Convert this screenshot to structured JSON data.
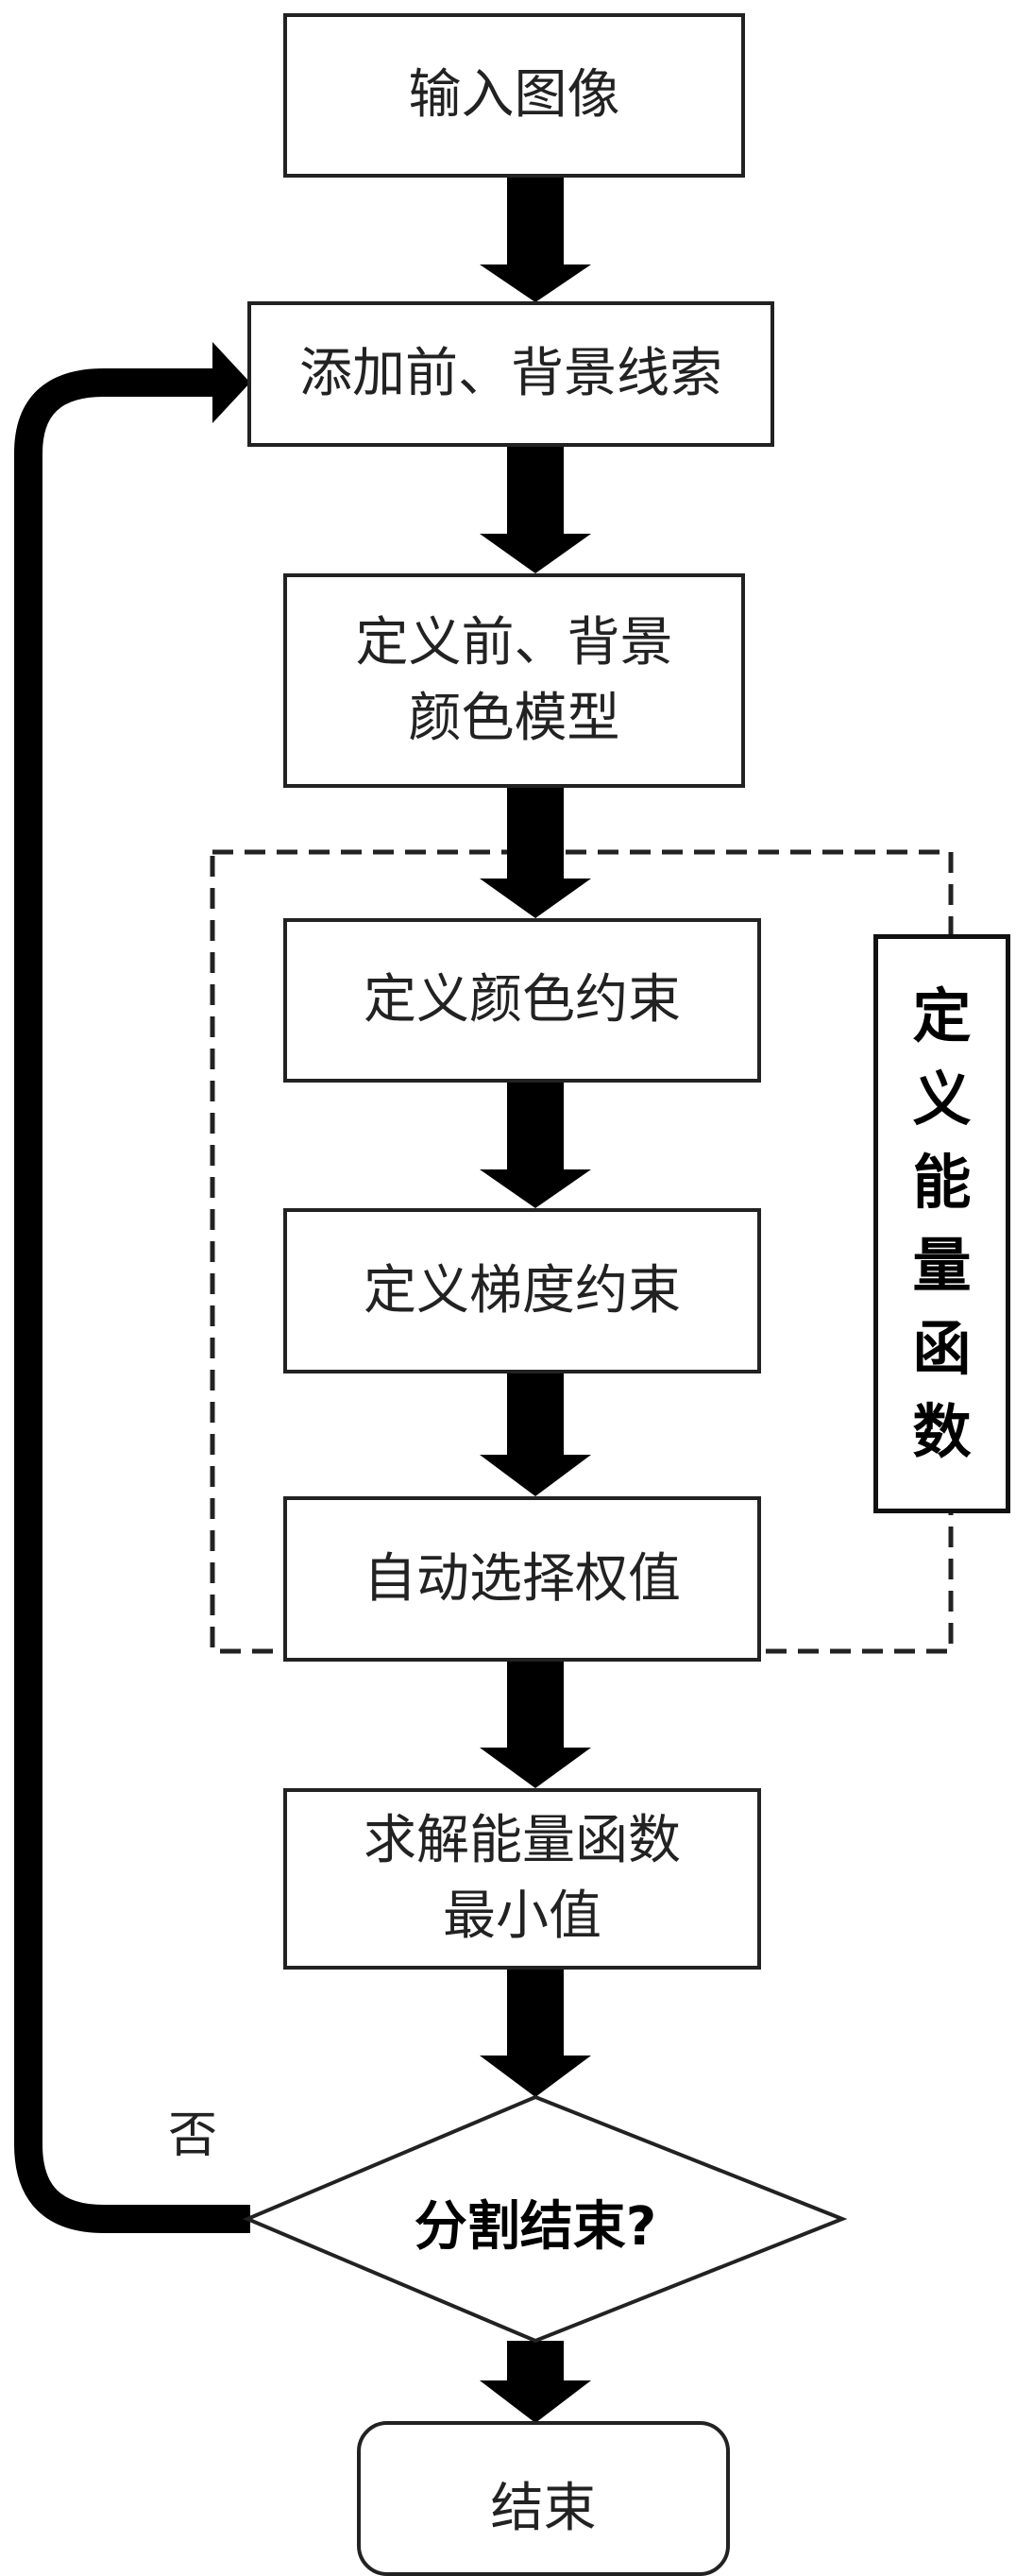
{
  "nodes": {
    "input_image": "输入图像",
    "add_clues": "添加前、背景线索",
    "define_model_line1": "定义前、背景",
    "define_model_line2": "颜色模型",
    "color_constraint": "定义颜色约束",
    "gradient_constraint": "定义梯度约束",
    "auto_weight": "自动选择权值",
    "solve_line1": "求解能量函数",
    "solve_line2": "最小值",
    "decision": "分割结束?",
    "end": "结束"
  },
  "group_label": [
    "定",
    "义",
    "能",
    "量",
    "函",
    "数"
  ],
  "edge_labels": {
    "no": "否"
  },
  "colors": {
    "line": "#000000",
    "border": "#222222",
    "background": "#ffffff"
  }
}
